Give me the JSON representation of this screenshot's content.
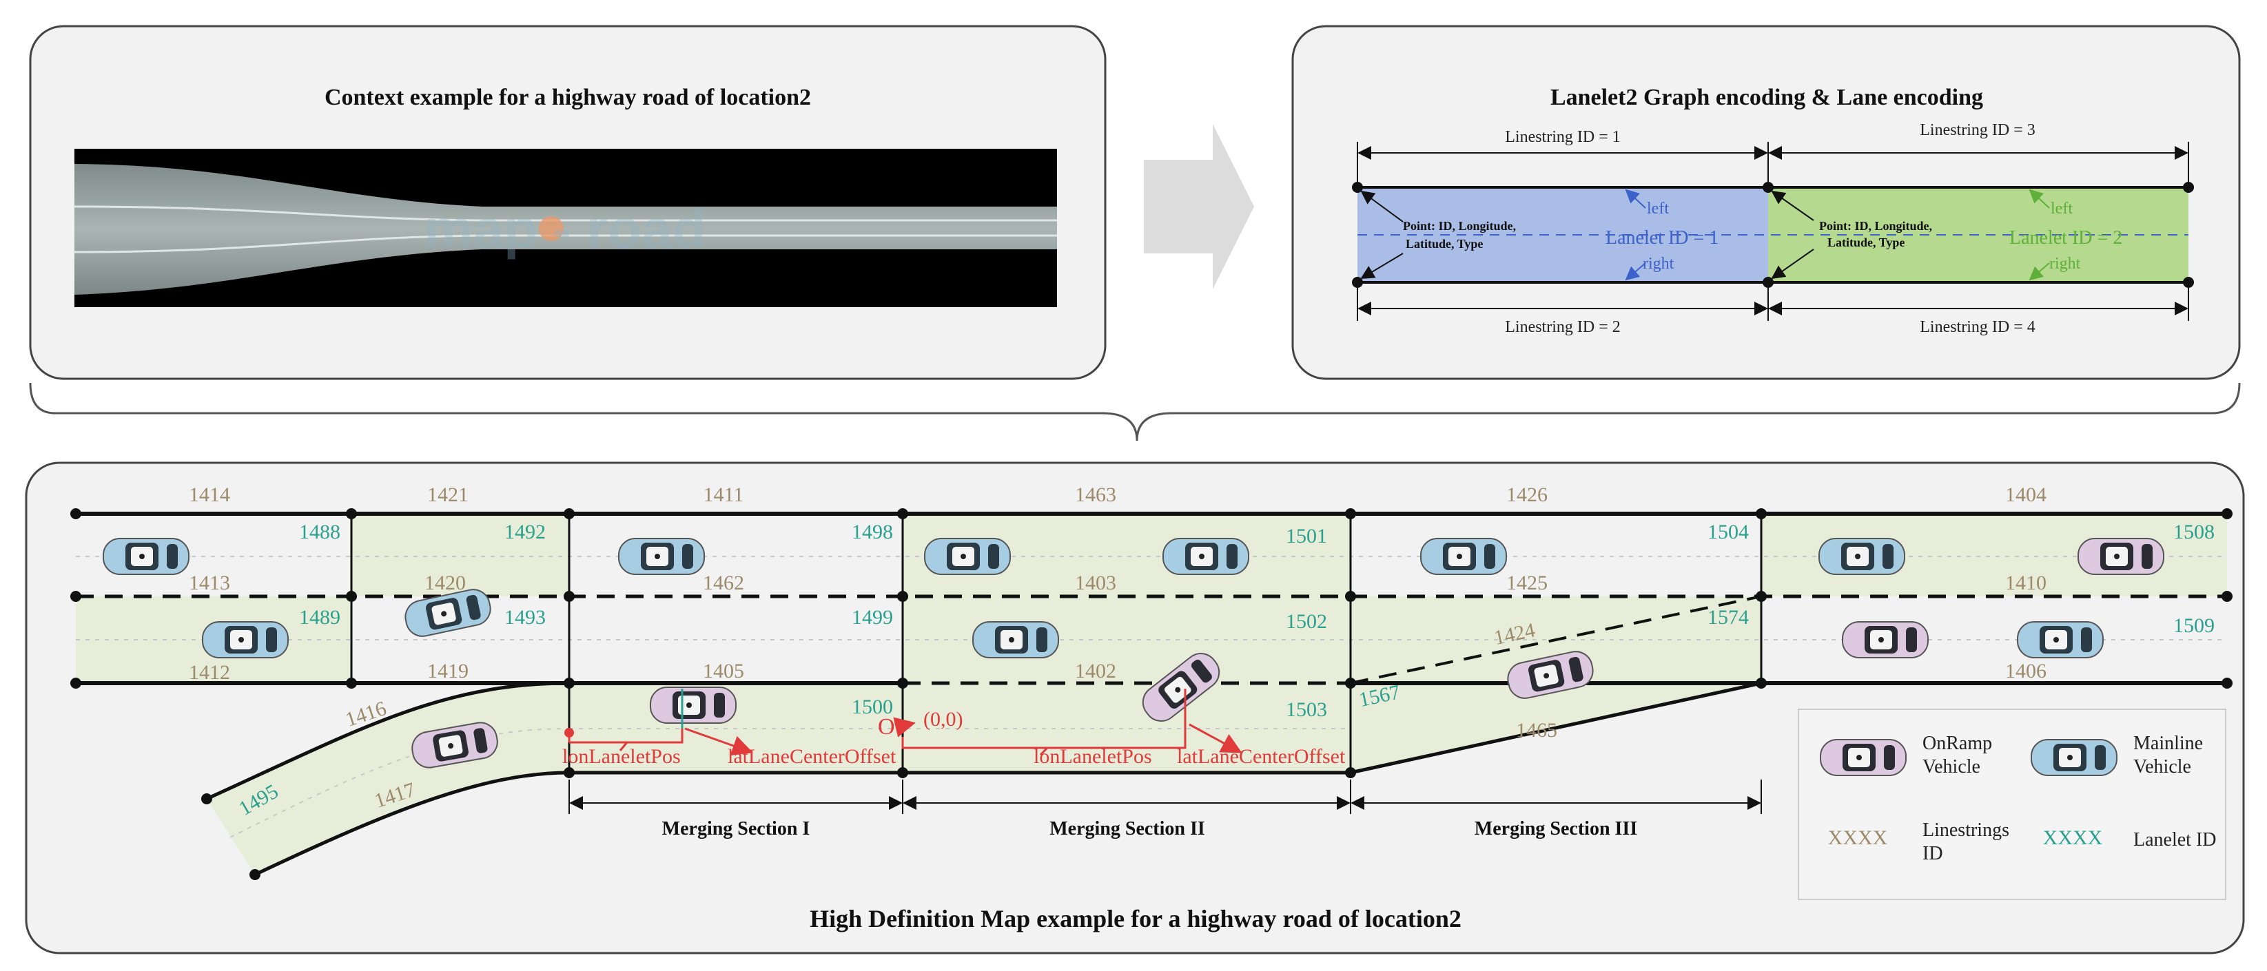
{
  "panels": {
    "context_title": "Context example for a highway road of location2",
    "encoding_title": "Lanelet2 Graph encoding & Lane  encoding",
    "hdmap_title": "High Definition Map example for a highway road of location2"
  },
  "encoding": {
    "linestring_1": "Linestring ID = 1",
    "linestring_2": "Linestring ID = 2",
    "linestring_3": "Linestring ID = 3",
    "linestring_4": "Linestring ID = 4",
    "point_label_a": "Point: ID, Longitude,",
    "point_label_b": "Latitude, Type",
    "lanelet_1": "Lanelet ID = 1",
    "lanelet_2": "Lanelet ID = 2",
    "left": "left",
    "right": "right",
    "color_lane1": "#a9bde6",
    "color_lane2": "#b5d98e"
  },
  "context": {
    "watermark": "map - road"
  },
  "hdmap": {
    "linestring_ids": {
      "l1414": "1414",
      "l1421": "1421",
      "l1411": "1411",
      "l1463": "1463",
      "l1426": "1426",
      "l1404": "1404",
      "l1413": "1413",
      "l1420": "1420",
      "l1462": "1462",
      "l1403": "1403",
      "l1425": "1425",
      "l1410": "1410",
      "l1412": "1412",
      "l1419": "1419",
      "l1405": "1405",
      "l1402": "1402",
      "l1424": "1424",
      "l1406": "1406",
      "l1416": "1416",
      "l1417": "1417",
      "l1465": "1465"
    },
    "lanelet_ids": {
      "a1488": "1488",
      "a1492": "1492",
      "a1498": "1498",
      "a1501": "1501",
      "a1504": "1504",
      "a1508": "1508",
      "a1489": "1489",
      "a1493": "1493",
      "a1499": "1499",
      "a1502": "1502",
      "a1574": "1574",
      "a1509": "1509",
      "a1500": "1500",
      "a1503": "1503",
      "a1567": "1567",
      "a1495": "1495"
    },
    "annotations": {
      "lon1": "lonLaneletPos",
      "lat1": "latLaneCenterOffset",
      "lon2": "lonLaneletPos",
      "lat2": "latLaneCenterOffset",
      "origin": "(0,0)"
    },
    "sections": {
      "s1": "Merging Section I",
      "s2": "Merging Section II",
      "s3": "Merging Section III"
    },
    "legend": {
      "onramp_a": "OnRamp",
      "onramp_b": "Vehicle",
      "mainline_a": "Mainline",
      "mainline_b": "Vehicle",
      "xxxx_brown": "XXXX",
      "linestrings_a": "Linestrings",
      "linestrings_b": "ID",
      "xxxx_teal": "XXXX",
      "lanelet": "Lanelet ID"
    },
    "colors": {
      "linestring": "#9c8a6a",
      "lanelet": "#2aa08e",
      "annotation": "#e03a3a",
      "lane_fill": "#e7edd9",
      "panel_bg": "#f2f2f2"
    }
  }
}
